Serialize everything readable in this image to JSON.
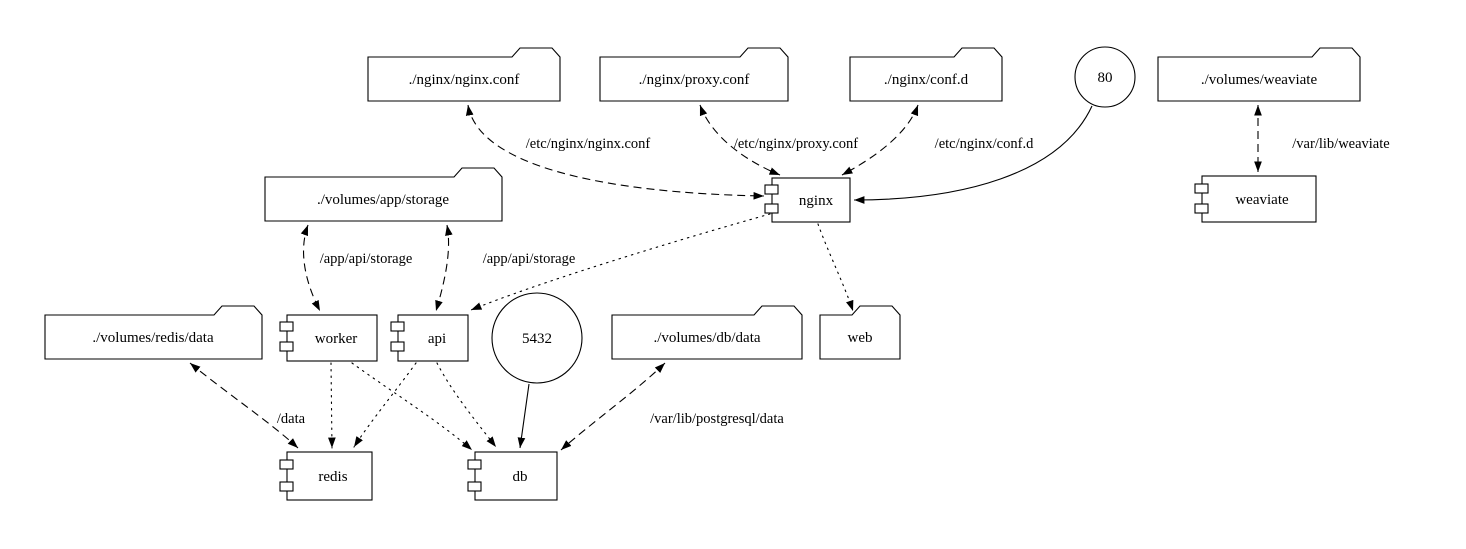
{
  "diagram": {
    "kind": "docker-compose-graph",
    "nodes": {
      "nginx_conf": {
        "label": "./nginx/nginx.conf",
        "shape": "folder"
      },
      "proxy_conf": {
        "label": "./nginx/proxy.conf",
        "shape": "folder"
      },
      "conf_d": {
        "label": "./nginx/conf.d",
        "shape": "folder"
      },
      "port_80": {
        "label": "80",
        "shape": "circle"
      },
      "volumes_weaviate": {
        "label": "./volumes/weaviate",
        "shape": "folder"
      },
      "volumes_app_storage": {
        "label": "./volumes/app/storage",
        "shape": "folder"
      },
      "nginx": {
        "label": "nginx",
        "shape": "component"
      },
      "weaviate": {
        "label": "weaviate",
        "shape": "component"
      },
      "volumes_redis_data": {
        "label": "./volumes/redis/data",
        "shape": "folder"
      },
      "worker": {
        "label": "worker",
        "shape": "component"
      },
      "api": {
        "label": "api",
        "shape": "component"
      },
      "port_5432": {
        "label": "5432",
        "shape": "circle"
      },
      "volumes_db_data": {
        "label": "./volumes/db/data",
        "shape": "folder"
      },
      "web": {
        "label": "web",
        "shape": "folder"
      },
      "redis": {
        "label": "redis",
        "shape": "component"
      },
      "db": {
        "label": "db",
        "shape": "component"
      }
    },
    "edges": [
      {
        "from": "nginx_conf",
        "to": "nginx",
        "label": "/etc/nginx/nginx.conf",
        "style": "dashed-bidirectional"
      },
      {
        "from": "proxy_conf",
        "to": "nginx",
        "label": "/etc/nginx/proxy.conf",
        "style": "dashed-bidirectional"
      },
      {
        "from": "conf_d",
        "to": "nginx",
        "label": "/etc/nginx/conf.d",
        "style": "dashed-bidirectional"
      },
      {
        "from": "port_80",
        "to": "nginx",
        "label": "",
        "style": "solid"
      },
      {
        "from": "volumes_weaviate",
        "to": "weaviate",
        "label": "/var/lib/weaviate",
        "style": "dashed-bidirectional"
      },
      {
        "from": "volumes_app_storage",
        "to": "worker",
        "label": "/app/api/storage",
        "style": "dashed-bidirectional"
      },
      {
        "from": "volumes_app_storage",
        "to": "api",
        "label": "/app/api/storage",
        "style": "dashed-bidirectional"
      },
      {
        "from": "volumes_redis_data",
        "to": "redis",
        "label": "/data",
        "style": "dashed-bidirectional"
      },
      {
        "from": "volumes_db_data",
        "to": "db",
        "label": "/var/lib/postgresql/data",
        "style": "dashed-bidirectional"
      },
      {
        "from": "port_5432",
        "to": "db",
        "label": "",
        "style": "solid"
      },
      {
        "from": "nginx",
        "to": "api",
        "label": "",
        "style": "dotted"
      },
      {
        "from": "nginx",
        "to": "web",
        "label": "",
        "style": "dotted"
      },
      {
        "from": "worker",
        "to": "redis",
        "label": "",
        "style": "dotted"
      },
      {
        "from": "worker",
        "to": "db",
        "label": "",
        "style": "dotted"
      },
      {
        "from": "api",
        "to": "redis",
        "label": "",
        "style": "dotted"
      },
      {
        "from": "api",
        "to": "db",
        "label": "",
        "style": "dotted"
      }
    ],
    "colors": {
      "stroke": "#000000",
      "fill": "#ffffff",
      "background": "#ffffff"
    }
  }
}
